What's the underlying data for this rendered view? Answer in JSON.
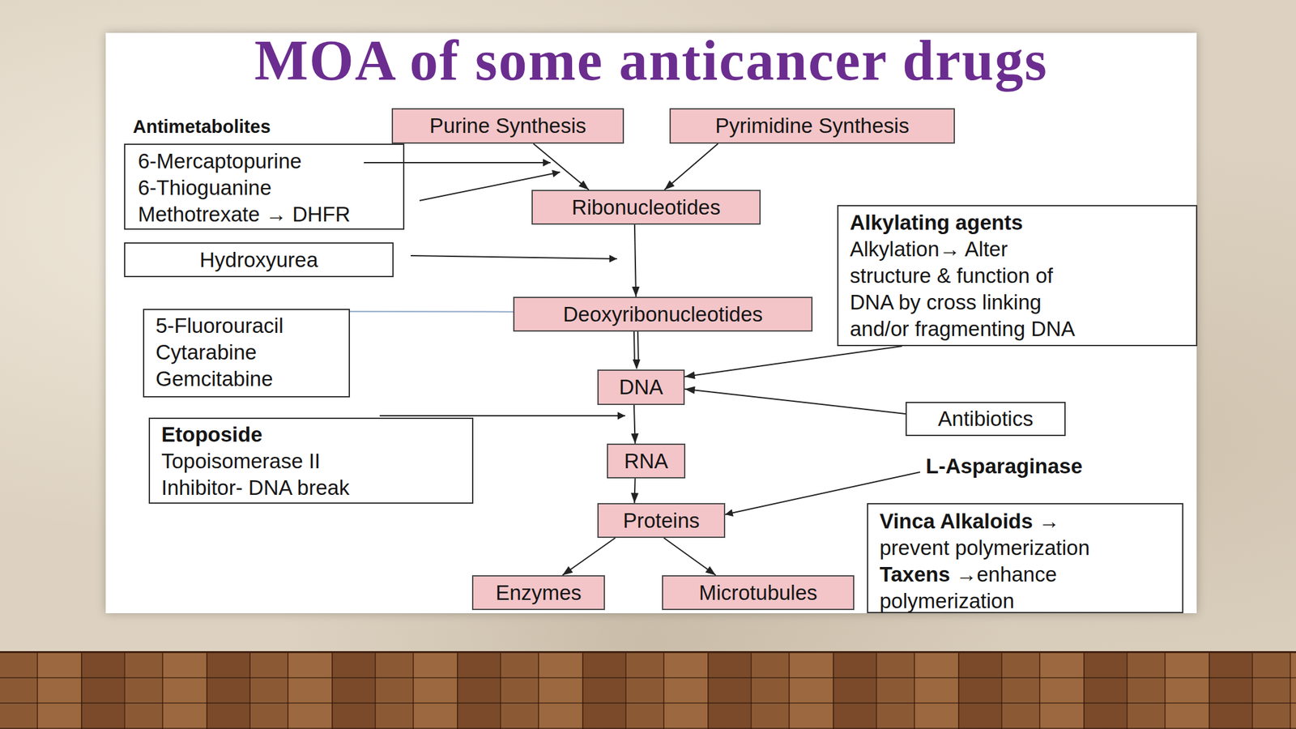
{
  "diagram": {
    "title": "MOA of some anticancer drugs",
    "nodes": [
      {
        "text": [
          "Antimetabolites",
          "6-Mercaptopurine",
          "6-Thioguanine",
          "Methotrexate → DHFR"
        ]
      },
      {
        "text": [
          "Purine Synthesis"
        ]
      },
      {
        "text": [
          "Pyrimidine Synthesis"
        ]
      },
      {
        "text": [
          "Ribonucleotides"
        ]
      },
      {
        "text": [
          "Alkylating agents",
          "Alkylation→ Alter structure & function of DNA by cross linking and/or fragmenting DNA"
        ]
      },
      {
        "text": [
          "Hydroxyurea"
        ]
      },
      {
        "text": [
          "Deoxyribonucleotides"
        ]
      },
      {
        "text": [
          "5-Fluorouracil",
          "Cytarabine",
          "Gemcitabine"
        ]
      },
      {
        "text": [
          "DNA"
        ]
      },
      {
        "text": [
          "Antibiotics"
        ]
      },
      {
        "text": [
          "Etoposide",
          "Topoisomerase II Inhibitor- DNA break"
        ]
      },
      {
        "text": [
          "RNA"
        ]
      },
      {
        "text": [
          "Proteins"
        ]
      },
      {
        "text": [
          "Vinca Alkaloids → prevent polymerization",
          "Taxens →enhance polymerization"
        ]
      },
      {
        "text": [
          "Enzymes"
        ]
      },
      {
        "text": [
          "Microtubules"
        ]
      }
    ],
    "edges": [
      {
        "from": 1,
        "to": 3,
        "arrow": "to"
      },
      {
        "from": 2,
        "to": 3,
        "arrow": "to"
      },
      {
        "from": 3,
        "to": 6,
        "arrow": "to"
      },
      {
        "from": 6,
        "to": 8,
        "arrow": "to"
      },
      {
        "from": 4,
        "to": 8,
        "arrow": "to"
      },
      {
        "from": 9,
        "to": 8,
        "arrow": "to"
      },
      {
        "from": 7,
        "to": 6,
        "arrow": "none"
      },
      {
        "from": 8,
        "to": 11,
        "arrow": "to"
      },
      {
        "from": 11,
        "to": 12,
        "arrow": "to"
      },
      {
        "from": 12,
        "to": 14,
        "arrow": "to"
      },
      {
        "from": 12,
        "to": 15,
        "arrow": "to"
      }
    ],
    "labels": [
      "L-Asparaginase"
    ]
  }
}
